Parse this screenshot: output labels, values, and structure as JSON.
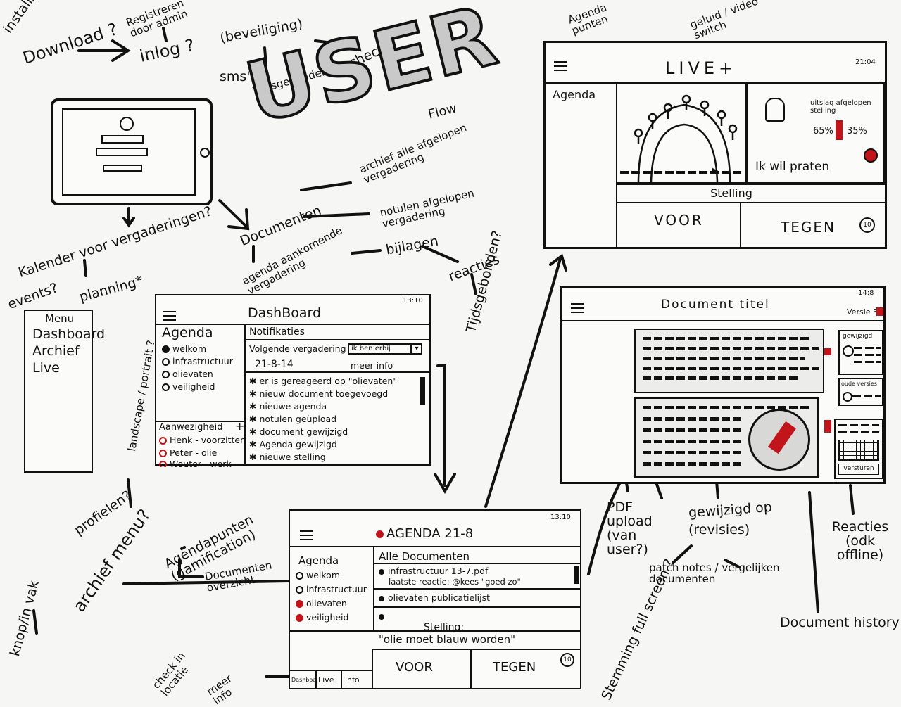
{
  "annotations": {
    "install": "install/",
    "download": "Download ?",
    "registreren": "Registreren door admin",
    "inlog": "inlog ?",
    "beveiliging": "(beveiliging)",
    "sms": "sms'",
    "tijdsgebonden_incheck": "Tijdsgebonden",
    "incheck": "incheck",
    "user": "USER",
    "flow": "Flow",
    "archief": "archief alle afgelopen vergadering",
    "documenten": "Documenten",
    "notulen": "notulen afgelopen vergadering",
    "agenda_aankomende": "agenda aankomende vergadering",
    "bijlagen": "bijlagen",
    "reacties": "reacties",
    "tijdsgebonden2": "Tijdsgebonden?",
    "kalender": "Kalender voor vergaderingen?",
    "events": "events?",
    "planning": "planning*",
    "landscape": "landscape / portrait ?",
    "profielen": "profielen?",
    "knop": "knop/in vak",
    "archief_menu": "archief menu?",
    "agendapunten_gam": "Agendapunten (gamification)",
    "documenten_overzicht": "Documenten overzicht",
    "check_in": "check in locatie",
    "meer_info_note": "meer info",
    "stemming": "Stemming full screen ?",
    "pdf_upload": "PDF upload (van user?)",
    "gewijzigd_op": "gewijzigd op",
    "revisies": "(revisies)",
    "patch_notes": "patch notes / vergelijken documenten",
    "reacties_odk": "Reacties (odk offline)",
    "document_history": "Document history",
    "agenda_punten_top": "Agenda punten",
    "geluid_video": "geluid / video switch"
  },
  "login_tablet": {
    "avatar_icon": "user-circle-icon"
  },
  "menu_panel": {
    "title": "Menu",
    "items": [
      "Dashboard",
      "Archief",
      "Live"
    ]
  },
  "dashboard": {
    "time": "13:10",
    "title": "DashBoard",
    "agenda_title": "Agenda",
    "agenda_items": [
      "welkom",
      "infrastructuur",
      "olievaten",
      "veiligheid"
    ],
    "notifications_title": "Notifikaties",
    "next_meeting": "Volgende vergadering",
    "date": "21-8-14",
    "ik_ben_er": "ik ben erbij",
    "meer_info": "meer info",
    "notifications": [
      "er is gereageerd op \"olievaten\"",
      "nieuw document toegevoegd",
      "nieuwe agenda",
      "notulen geüpload",
      "document gewijzigd",
      "Agenda gewijzigd",
      "nieuwe stelling"
    ],
    "attendance_title": "Aanwezigheid",
    "attendees": [
      "Henk - voorzitter",
      "Peter - olie",
      "Wouter - werk"
    ]
  },
  "agenda_screen": {
    "time": "13:10",
    "title": "AGENDA 21-8",
    "agenda_title": "Agenda",
    "agenda_items": [
      "welkom",
      "infrastructuur",
      "olievaten",
      "veiligheid"
    ],
    "docs_title": "Alle Documenten",
    "doc1": "infrastructuur 13-7.pdf",
    "doc1_reply": "laatste reactie: @kees \"goed zo\"",
    "doc2": "olievaten publicatielijst",
    "stelling_label": "Stelling:",
    "stelling_text": "\"olie moet blauw worden\"",
    "voor": "VOOR",
    "tegen": "TEGEN",
    "count": "10",
    "tabs": [
      "Dashboard",
      "Live",
      "info"
    ]
  },
  "live_screen": {
    "time": "21:04",
    "title": "LIVE+",
    "agenda": "Agenda",
    "uitslag": "uitslag afgelopen stelling",
    "pct_for": "65%",
    "pct_against": "35%",
    "ik_wil_praten": "Ik wil praten",
    "stelling": "Stelling",
    "voor": "VOOR",
    "tegen": "TEGEN",
    "count": "10"
  },
  "document_screen": {
    "time": "14:8",
    "title": "Document titel",
    "versie": "Versie 3",
    "gewijzigd": "gewijzigd",
    "oude_versies": "oude versies",
    "versturen": "versturen"
  },
  "colors": {
    "accent_red": "#c2141b",
    "ink": "#111111",
    "paper": "#f6f6f4"
  }
}
